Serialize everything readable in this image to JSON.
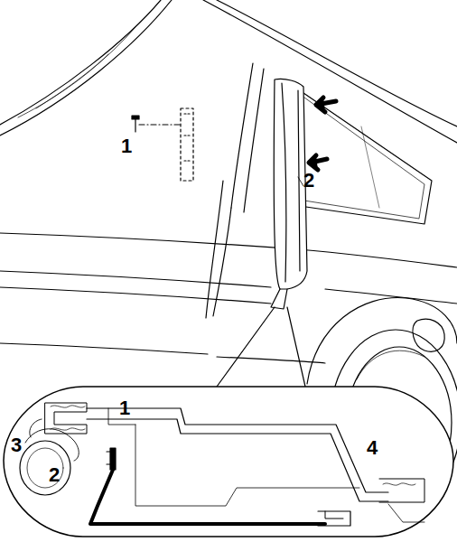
{
  "diagram": {
    "labels": [
      "1",
      "2",
      "1",
      "3",
      "2",
      "4"
    ]
  }
}
